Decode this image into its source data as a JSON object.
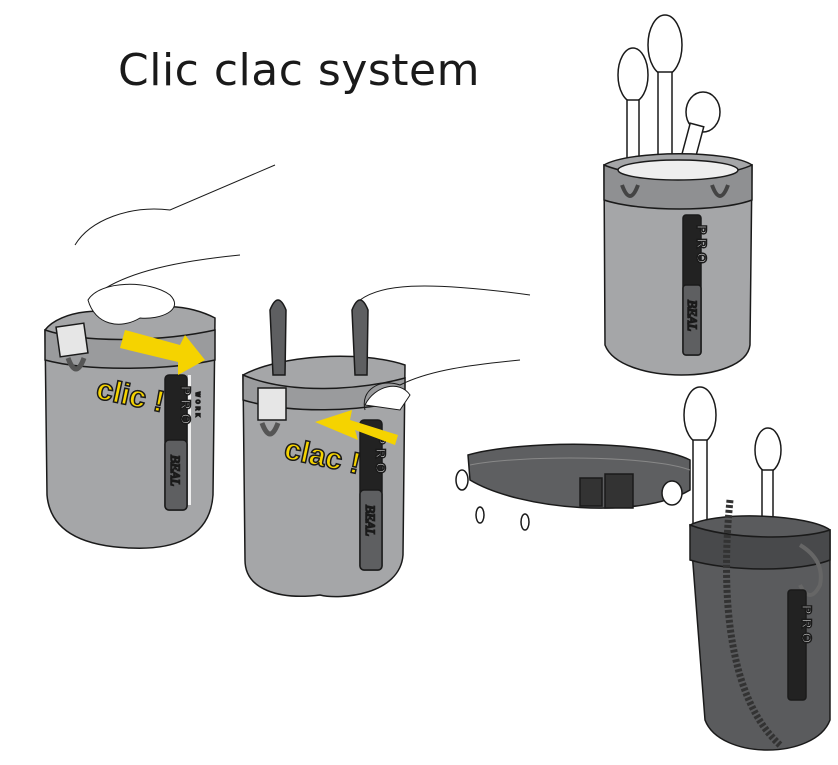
{
  "title": "Clic clac system",
  "labels": {
    "clic": "clic !",
    "clac": "clac !"
  },
  "brand": {
    "name": "BEAL",
    "product": "PRO",
    "line": "WORK"
  },
  "colors": {
    "bag": "#a5a6a8",
    "bag_dark": "#5e5f61",
    "arrow": "#f5d300",
    "outline": "#1a1a1a"
  }
}
